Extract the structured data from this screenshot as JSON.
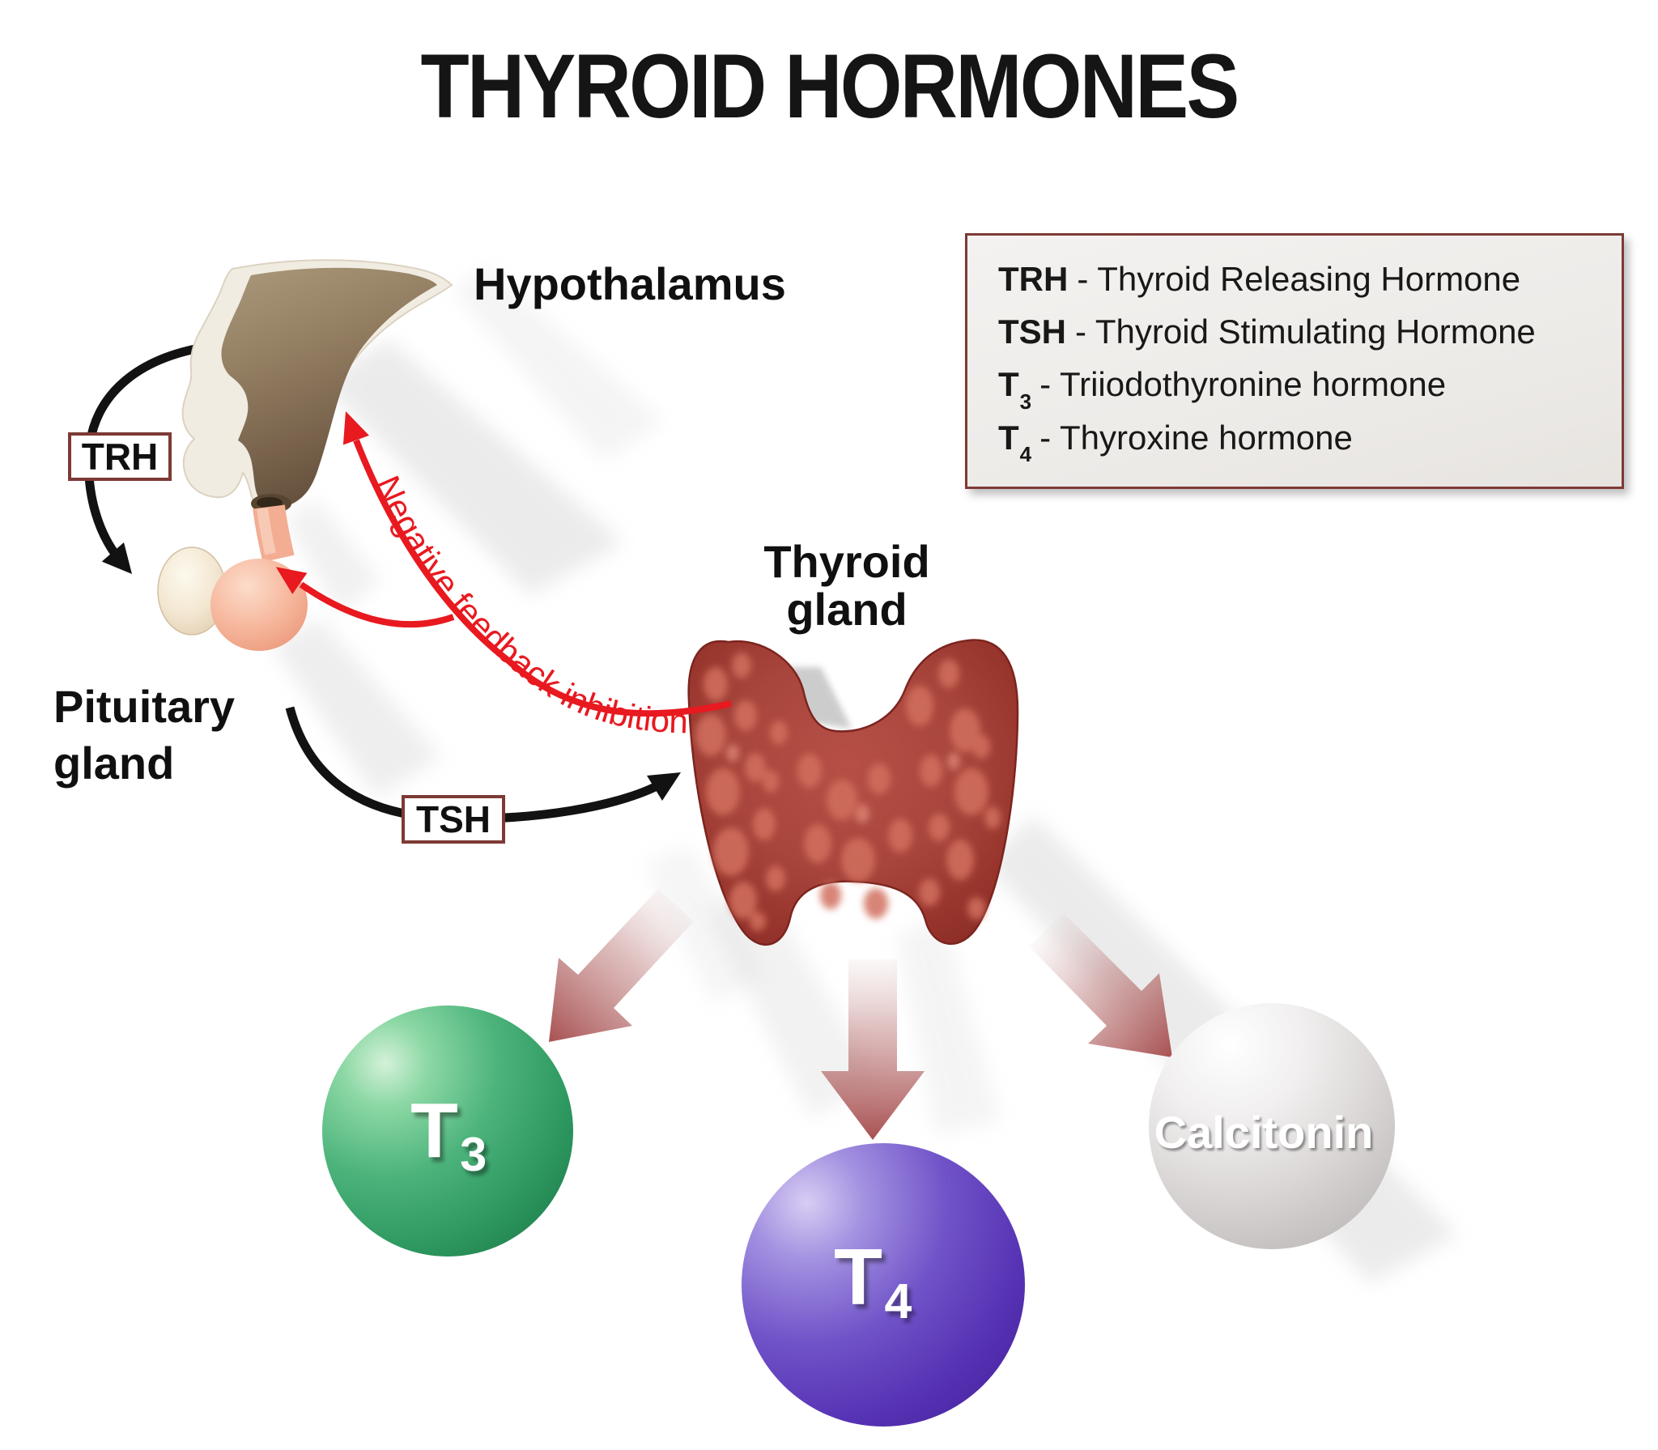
{
  "title": "THYROID HORMONES",
  "legend": {
    "items": [
      {
        "abbr": "TRH",
        "sub": "",
        "desc": "- Thyroid Releasing Hormone"
      },
      {
        "abbr": "TSH",
        "sub": "",
        "desc": "- Thyroid Stimulating Hormone"
      },
      {
        "abbr": "T",
        "sub": "3",
        "desc": "- Triiodothyronine hormone"
      },
      {
        "abbr": "T",
        "sub": "4",
        "desc": "- Thyroxine hormone"
      }
    ]
  },
  "labels": {
    "hypothalamus": "Hypothalamus",
    "pituitary_line1": "Pituitary",
    "pituitary_line2": "gland",
    "thyroid_line1": "Thyroid",
    "thyroid_line2": "gland",
    "trh": "TRH",
    "tsh": "TSH",
    "feedback": "Negative feedback inhibition"
  },
  "hormones": [
    {
      "name": "T",
      "sub": "3"
    },
    {
      "name": "T",
      "sub": "4"
    },
    {
      "name": "Calcitonin",
      "sub": ""
    }
  ],
  "colors": {
    "accent_red": "#e8191f",
    "box_border": "#7d3a35",
    "secretion_arrow": "#a85151",
    "thyroid_red": "#a8423a",
    "hypothalamus_brown": "#8d775c",
    "pituitary_pink": "#f6b69c",
    "t3_green": "#2f9a62",
    "t4_purple": "#5632b4",
    "calcitonin_gray": "#d8d4d4",
    "title_black": "#151515"
  }
}
